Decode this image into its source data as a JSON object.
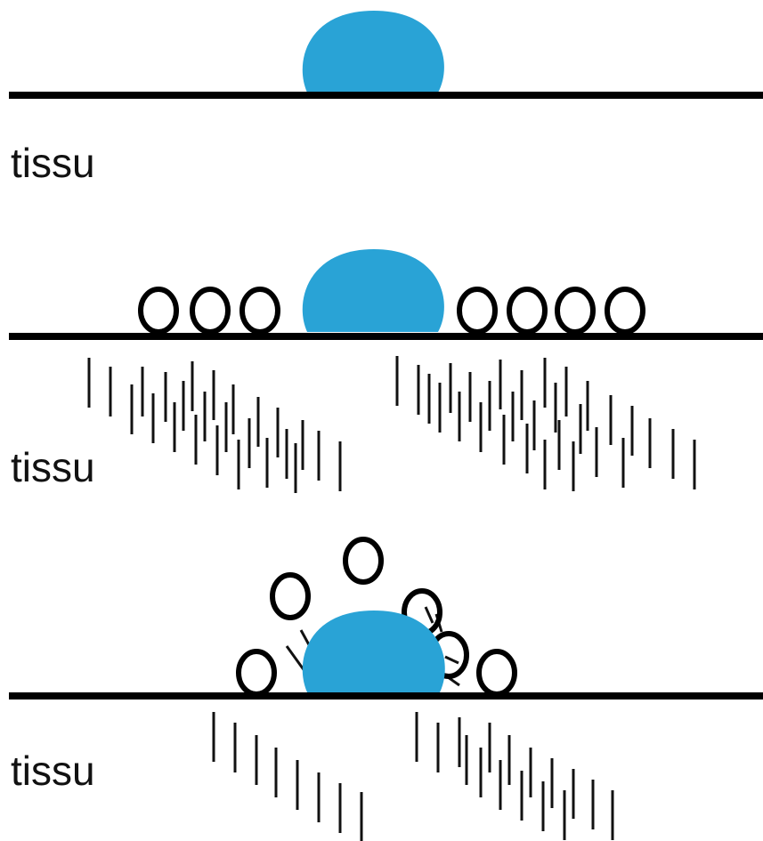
{
  "labels": {
    "tissue_1": "tissu",
    "tissue_2": "tissu",
    "tissue_3": "tissu"
  },
  "colors": {
    "drop": "#29a3d6",
    "line": "#000000",
    "background": "#ffffff"
  }
}
